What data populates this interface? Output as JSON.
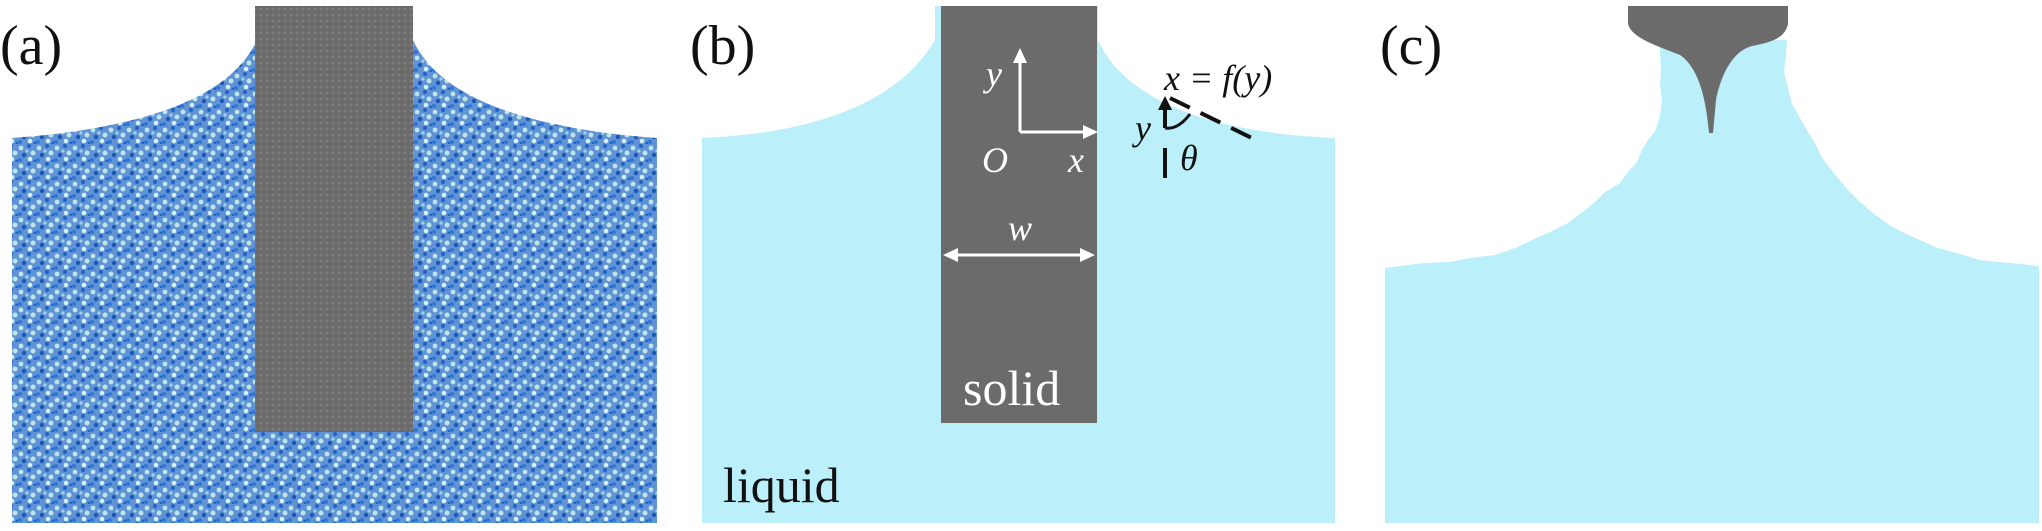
{
  "panels": [
    {
      "id": "a",
      "label": "(a)"
    },
    {
      "id": "b",
      "label": "(b)"
    },
    {
      "id": "c",
      "label": "(c)"
    }
  ],
  "panel_b": {
    "liquid_label": "liquid",
    "solid_label": "solid",
    "axis_y": "y",
    "axis_x": "x",
    "origin": "O",
    "width_label": "w",
    "equation": "x = f(y)",
    "contact_y": "y",
    "angle": "θ"
  },
  "colors": {
    "liquid": "#bbf0fb",
    "solid": "#6b6b6b",
    "particle_dark": "#1f63c8",
    "particle_light": "#bfe4e6",
    "background": "#ffffff"
  }
}
